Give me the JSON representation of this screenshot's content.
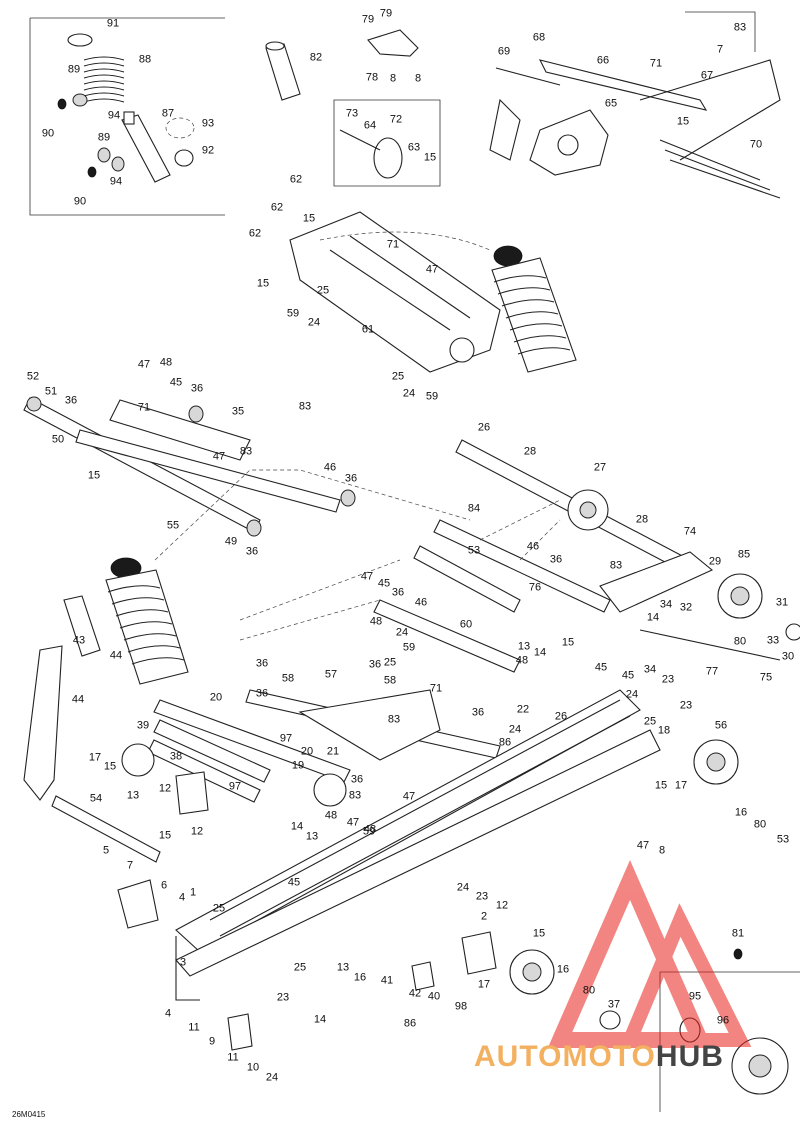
{
  "drawing_code": "26M0415",
  "watermark": {
    "part_a": "AUTOMOTO",
    "part_b": "HUB",
    "color_a": "#f3b060",
    "color_b": "#444444",
    "logo_color": "#e8231c"
  },
  "callouts": [
    "91",
    "88",
    "89",
    "94",
    "90",
    "87",
    "93",
    "89",
    "92",
    "94",
    "90",
    "82",
    "79",
    "79",
    "78",
    "8",
    "8",
    "73",
    "64",
    "72",
    "63",
    "15",
    "69",
    "68",
    "66",
    "71",
    "67",
    "65",
    "15",
    "83",
    "7",
    "70",
    "62",
    "62",
    "62",
    "15",
    "71",
    "47",
    "15",
    "25",
    "59",
    "24",
    "61",
    "25",
    "24",
    "59",
    "52",
    "51",
    "36",
    "50",
    "47",
    "48",
    "45",
    "36",
    "71",
    "35",
    "83",
    "15",
    "47",
    "83",
    "46",
    "36",
    "55",
    "49",
    "36",
    "26",
    "28",
    "27",
    "28",
    "74",
    "84",
    "53",
    "46",
    "36",
    "83",
    "85",
    "29",
    "34",
    "32",
    "31",
    "76",
    "47",
    "45",
    "36",
    "46",
    "48",
    "24",
    "59",
    "25",
    "60",
    "36",
    "36",
    "58",
    "57",
    "43",
    "44",
    "36",
    "58",
    "71",
    "83",
    "13",
    "14",
    "15",
    "14",
    "33",
    "30",
    "80",
    "77",
    "75",
    "34",
    "48",
    "23",
    "45",
    "45",
    "23",
    "25",
    "24",
    "18",
    "22",
    "20",
    "97",
    "20",
    "21",
    "19",
    "36",
    "83",
    "47",
    "59",
    "36",
    "26",
    "24",
    "86",
    "56",
    "44",
    "39",
    "38",
    "97",
    "13",
    "17",
    "15",
    "12",
    "12",
    "15",
    "17",
    "16",
    "80",
    "53",
    "54",
    "15",
    "14",
    "13",
    "45",
    "48",
    "47",
    "48",
    "47",
    "8",
    "5",
    "7",
    "6",
    "4",
    "1",
    "25",
    "24",
    "23",
    "12",
    "2",
    "3",
    "4",
    "11",
    "9",
    "11",
    "10",
    "24",
    "25",
    "23",
    "14",
    "13",
    "16",
    "41",
    "42",
    "40",
    "98",
    "86",
    "15",
    "17",
    "16",
    "80",
    "37",
    "81",
    "95",
    "96"
  ]
}
